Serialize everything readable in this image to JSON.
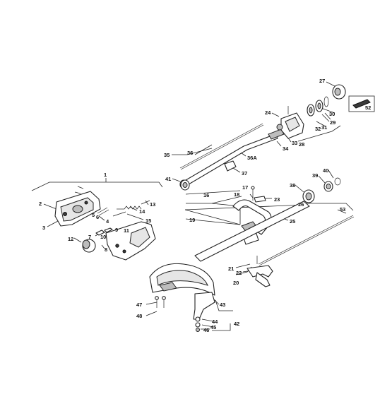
{
  "labels": {
    "n1": "1",
    "n2": "2",
    "n3": "3",
    "n4": "4",
    "n5": "5",
    "n6": "6",
    "n7": "7",
    "n8": "8",
    "n9": "9",
    "n10": "10",
    "n11": "11",
    "n12": "12",
    "n13": "13",
    "n14": "14",
    "n15": "15",
    "n16": "16",
    "n17": "17",
    "n18": "18",
    "n19": "19",
    "n20": "20",
    "n21": "21",
    "n22": "22",
    "n23": "23",
    "n24": "24",
    "n25": "25",
    "n26": "26",
    "n27": "27",
    "n28": "28",
    "n29": "29",
    "n30": "30",
    "n31": "31",
    "n32": "32",
    "n33": "33",
    "n34": "34",
    "n35": "35",
    "n36": "36",
    "n36a": "36A",
    "n37": "37",
    "n38": "38",
    "n39": "39",
    "n40": "40",
    "n41": "41",
    "n42": "42",
    "n43": "43",
    "n44": "44",
    "n45": "45",
    "n46": "46",
    "n47": "47",
    "n48": "48",
    "n52": "52",
    "n53": "53"
  }
}
